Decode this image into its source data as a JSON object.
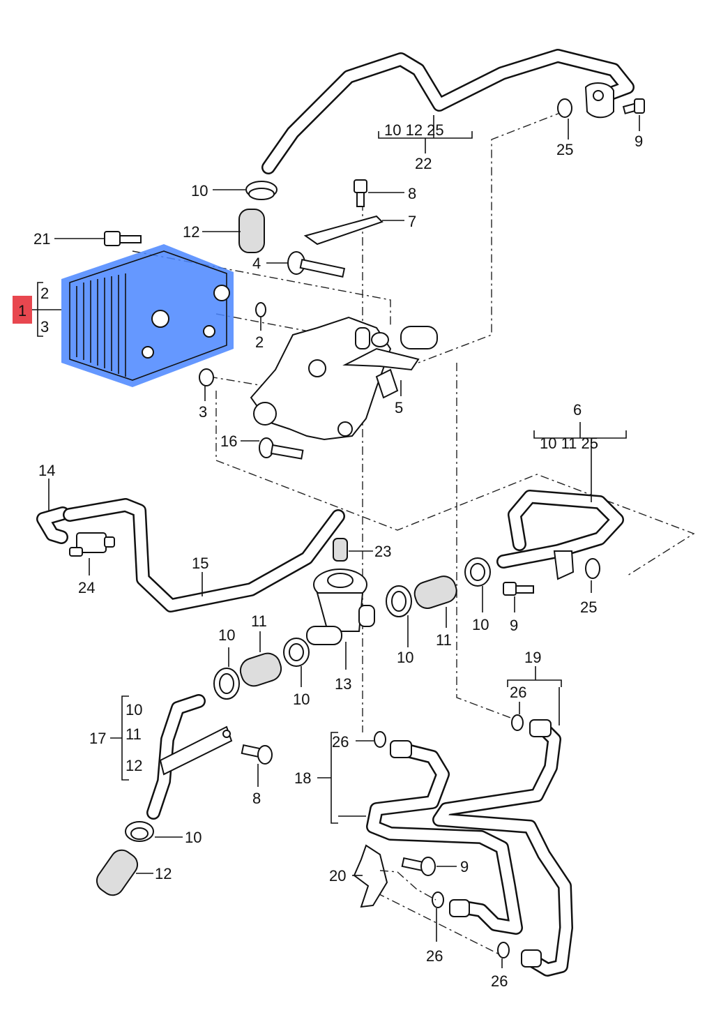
{
  "highlight": {
    "color": "#4a86ff",
    "badge_color": "#e8474f"
  },
  "callouts": {
    "c1": "1",
    "c2a": "2",
    "c3a": "3",
    "c2b": "2",
    "c3b": "3",
    "c4": "4",
    "c5": "5",
    "c6": "6",
    "c7": "7",
    "c8a": "8",
    "c8b": "8",
    "c9a": "9",
    "c9b": "9",
    "c9c": "9",
    "c10a": "10",
    "c10b": "10",
    "c10c": "10",
    "c10d": "10",
    "c10e": "10",
    "c10f": "10",
    "c11a": "11",
    "c11b": "11",
    "c12a": "12",
    "c12b": "12",
    "c13": "13",
    "c14": "14",
    "c15": "15",
    "c16": "16",
    "c17": "17",
    "c18": "18",
    "c19": "19",
    "c20": "20",
    "c21": "21",
    "c22": "22",
    "c23": "23",
    "c24": "24",
    "c25a": "25",
    "c25b": "25",
    "c26a": "26",
    "c26b": "26",
    "c26c": "26",
    "c26d": "26"
  },
  "groups": {
    "g22": "10 12    25",
    "g6": "10 11    25",
    "g17": [
      "10",
      "11",
      "12"
    ],
    "g19": "26"
  }
}
